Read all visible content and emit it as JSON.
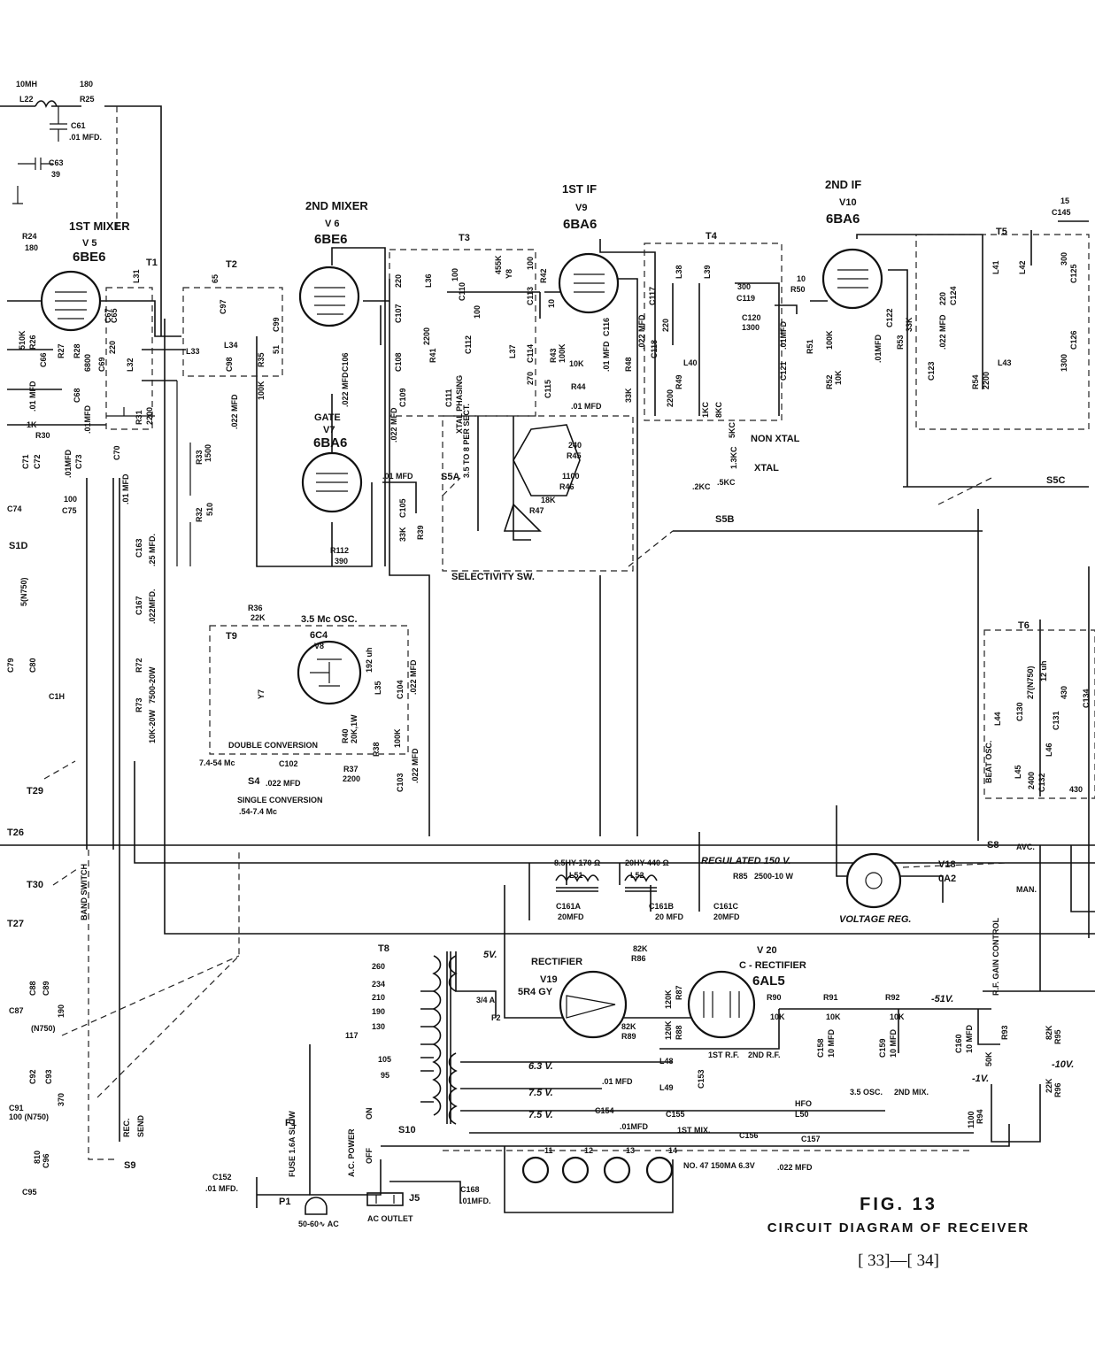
{
  "figure": {
    "number": "FIG. 13",
    "title": "CIRCUIT DIAGRAM OF RECEIVER",
    "pages": "[ 33]—[ 34]"
  },
  "tubes": {
    "v5": {
      "stage": "1ST MIXER",
      "ref": "V 5",
      "type": "6BE6"
    },
    "v6": {
      "stage": "2ND MIXER",
      "ref": "V 6",
      "type": "6BE6"
    },
    "v7": {
      "stage": "GATE",
      "ref": "V7",
      "type": "6BA6"
    },
    "v8": {
      "stage": "3.5 Mc OSC.",
      "ref": "V8",
      "type": "6C4"
    },
    "v9": {
      "stage": "1ST IF",
      "ref": "V9",
      "type": "6BA6"
    },
    "v10": {
      "stage": "2ND IF",
      "ref": "V10",
      "type": "6BA6"
    },
    "v18": {
      "stage": "VOLTAGE REG.",
      "ref": "V18",
      "type": "0A2"
    },
    "v19": {
      "stage": "RECTIFIER",
      "ref": "V19",
      "type": "5R4 GY"
    },
    "v20": {
      "stage": "C - RECTIFIER",
      "ref": "V 20",
      "type": "6AL5"
    }
  },
  "transformers": [
    "T1",
    "T2",
    "T3",
    "T4",
    "T5",
    "T6",
    "T8",
    "T9",
    "T29",
    "T30"
  ],
  "switches": {
    "s5a": "S5A",
    "s5b": "S5B",
    "s5c": "S5C",
    "s4": "S4",
    "s8": "S8",
    "s9": "S9",
    "s10": "S10",
    "selectivity": "SELECTIVITY SW.",
    "non_xtal": "NON XTAL",
    "xtal": "XTAL",
    "double_conversion": "DOUBLE CONVERSION",
    "double_conversion_range": "7.4-54 Mc",
    "single_conversion": "SINGLE CONVERSION",
    "single_conversion_range": ".54-7.4 Mc",
    "avc": "AVC.",
    "man": "MAN.",
    "rec": "REC.",
    "send": "SEND",
    "band_switch": "BAND SWITCH"
  },
  "labels": {
    "l22": "L22",
    "l22_value": "10MH",
    "r25": "R25",
    "r25_value": "180",
    "c61": "C61",
    "c61_value": ".01 MFD.",
    "c63": "C63",
    "c63_value": "39",
    "r24": "R24",
    "r24_value": "180",
    "r26": "R26",
    "r26_value": "510K",
    "r27": "R27",
    "r28": "R28",
    "r28_value": "6800",
    "c66": "C66",
    "c66_value": ".01 MFD",
    "c68": "C68",
    "c68_value": ".01MFD",
    "c69": "C69",
    "c69_value": "220",
    "c65": "C65",
    "c67": "C67",
    "r30": "R30",
    "r30_value": "1K",
    "r31": "R31",
    "r31_value": "2200",
    "c70": "C70",
    "c70_value": ".01 MFD",
    "c71": "C71",
    "c72": "C72",
    "c73": "C73",
    "c73_value": ".01MFD",
    "c74": "C74",
    "c75": "C75",
    "c75_value": "100",
    "l31": "L31",
    "l32": "L32",
    "l33": "L33",
    "l34": "L34",
    "c97": "C97",
    "c97_value": "65",
    "c98": "C98",
    "c98_value": ".022 MFD",
    "c99": "C99",
    "c99_value": "51",
    "r35": "R35",
    "r35_value": "100K",
    "r33": "R33",
    "r33_value": "1500",
    "r32": "R32",
    "r32_value": "510",
    "c106": "C106",
    "c106_value": ".022 MFD",
    "c107": "C107",
    "c107_value": "220",
    "c108": "C108",
    "c109": "C109",
    "c109_value": ".022 MFD",
    "r41": "R41",
    "r41_value": "2200",
    "l36": "L36",
    "c110": "C110",
    "c110_value": "100",
    "c112": "C112",
    "c112_value": "100",
    "c111": "C111",
    "c111_note": "XTAL PHASING",
    "c111_range": "3.5 TO 8 PER SECT.",
    "y8": "Y8",
    "y8_value": "455K",
    "l37": "L37",
    "c113": "C113",
    "c113_value": "100",
    "c114": "C114",
    "c114_value": "270",
    "r42": "R42",
    "r42_value": "10",
    "r43": "R43",
    "r43_value": "100K",
    "r44": "R44",
    "r44_value": "10K",
    "c115": "C115",
    "c115_value": ".01 MFD",
    "r45": "R45",
    "r45_value": "240",
    "r46": "R46",
    "r46_value": "1100",
    "r47": "R47",
    "r47_value": "18K",
    "c116": "C116",
    "c116_value": ".01 MFD",
    "r48": "R48",
    "r48_value": "33K",
    "c118": "C118",
    "c118_value": ".022 MFD",
    "r49": "R49",
    "r49_value": "2200",
    "c117": "C117",
    "c117_value": "220",
    "l38": "L38",
    "l39": "L39",
    "l40": "L40",
    "c119": "C119",
    "c119_value": "300",
    "c120": "C120",
    "c120_value": "1300",
    "c121": "C121",
    "c121_value": ".01MFD",
    "r50": "R50",
    "r50_value": "10",
    "r51": "R51",
    "r51_value": "100K",
    "r52": "R52",
    "r52_value": "10K",
    "c122": "C122",
    "c122_value": ".01MFD",
    "r53": "R53",
    "r53_value": "33K",
    "c123": "C123",
    "c123_value": ".022 MFD",
    "c124": "C124",
    "c124_value": "220",
    "r54": "R54",
    "r54_value": "2200",
    "l41": "L41",
    "l42": "L42",
    "l43": "L43",
    "c125": "C125",
    "c125_value": "300",
    "c126": "C126",
    "c126_value": "1300",
    "c145": "C145",
    "c145_value": "15",
    "xtal_freqs": [
      "1KC",
      "8KC",
      "5KC",
      "1.3KC",
      ".2KC",
      ".5KC"
    ],
    "v7_coupling": ".01 MFD",
    "c105": "C105",
    "r39": "R39",
    "r39_value": "33K",
    "r112": "R112",
    "r112_value": "390",
    "r36": "R36",
    "r36_value": "22K",
    "y7": "Y7",
    "l35": "L35",
    "l35_value": "192 uh",
    "r40": "R40",
    "r40_value": "20K,1W",
    "c104": "C104",
    "c104_value": ".022 MFD",
    "r38": "R38",
    "r38_value": "100K",
    "c103": "C103",
    "c103_value": ".022 MFD",
    "r37": "R37",
    "r37_value": "2200",
    "c102": "C102",
    "c102_value": ".022 MFD",
    "c163": "C163",
    "c163_value": ".25 MFD.",
    "c167": "C167",
    "c167_value": ".022MFD.",
    "r72": "R72",
    "r72_value": "7500-20W",
    "r73": "R73",
    "r73_value": "10K-20W",
    "s10_on": "ON",
    "s1d": "S1D",
    "c79": "C79",
    "c80": "C80",
    "c80_value": "5(N750)",
    "c1h": "C1H",
    "t26": "T26",
    "t27": "T27",
    "c88": "C88",
    "c89": "C89",
    "c87": "C87",
    "c87_value": "(N750)",
    "c88_value": "190",
    "c92": "C92",
    "c93": "C93",
    "c91": "C91",
    "c91_value": "100 (N750)",
    "c93_value": "370",
    "c96": "C96",
    "c95": "C95",
    "c96_value": "810",
    "l51": "L51",
    "l51_value": "8.5HY-170 Ω",
    "l52": "L52",
    "l52_value": "20HY-440 Ω",
    "regulated": "REGULATED 150 V.",
    "r85": "R85",
    "r85_value": "2500-10 W",
    "c161a": "C161A",
    "c161a_value": "20MFD",
    "c161b": "C161B",
    "c161b_value": "20 MFD",
    "c161c": "C161C",
    "c161c_value": "20MFD",
    "t8_taps": [
      "260",
      "234",
      "210",
      "190",
      "130",
      "105",
      "95"
    ],
    "v5_5v": "5V.",
    "r86": "R86",
    "r86_value": "82K",
    "r87": "R87",
    "r87_value": "120K",
    "r88": "R88",
    "r88_value": "120K",
    "r89": "R89",
    "r89_value": "82K",
    "f2": "F2",
    "f2_value": "3/4 A",
    "r90": "R90",
    "r90_value": "10K",
    "r91": "R91",
    "r91_value": "10K",
    "r92": "R92",
    "r92_value": "10K",
    "minus51": "-51V.",
    "minus1": "-1V.",
    "minus10": "-10V.",
    "c158": "C158",
    "c158_value": "10 MFD",
    "c159": "C159",
    "c159_value": "10 MFD",
    "c160": "C160",
    "c160_value": "10 MFD",
    "r93": "R93",
    "r93_value": "50K",
    "rf_gain": "R.F. GAIN CONTROL",
    "r95": "R95",
    "r95_value": "82K",
    "r96": "R96",
    "r96_value": "22K",
    "r94": "R94",
    "r94_value": "1100",
    "v63": "6.3 V.",
    "v75a": "7.5 V.",
    "v75b": "7.5 V.",
    "l48": "L48",
    "l49": "L49",
    "l50": "L50",
    "hfo": "HFO",
    "c153": "C153",
    "c154": "C154",
    "c155": "C155",
    "c155_value": ".01MFD",
    "c154_value": ".01 MFD",
    "c156": "C156",
    "c157": "C157",
    "c157_value": ".022 MFD",
    "heater_labels": [
      "1ST R.F.",
      "2ND R.F.",
      "1ST MIX.",
      "3.5 OSC.",
      "2ND MIX."
    ],
    "pilot_lamps": [
      "11",
      "12",
      "13",
      "14"
    ],
    "lamp_note": "NO. 47 150MA 6.3V",
    "fuse": "F1",
    "fuse_value": "FUSE 1.6A SLOW",
    "ac_power": "A.C. POWER",
    "off": "OFF",
    "on": "ON",
    "c152": "C152",
    "c152_value": ".01 MFD.",
    "p1": "P1",
    "p1_value": "50-60∿ AC",
    "j5": "J5",
    "ac_outlet": "AC OUTLET",
    "c168": "C168",
    "c168_value": ".01MFD.",
    "t6_c": "C130",
    "t6_c_value": "27(N750)",
    "l44": "L44",
    "l45": "L45",
    "l46": "L46",
    "c131": "C131",
    "c132": "C132",
    "c132_value": "2400",
    "c134": "C134",
    "beat_osc": "BEAT OSC.",
    "t6_note1": "12 uh",
    "t6_note2": "430",
    "t6_note3": "430",
    "line_117": "117"
  }
}
